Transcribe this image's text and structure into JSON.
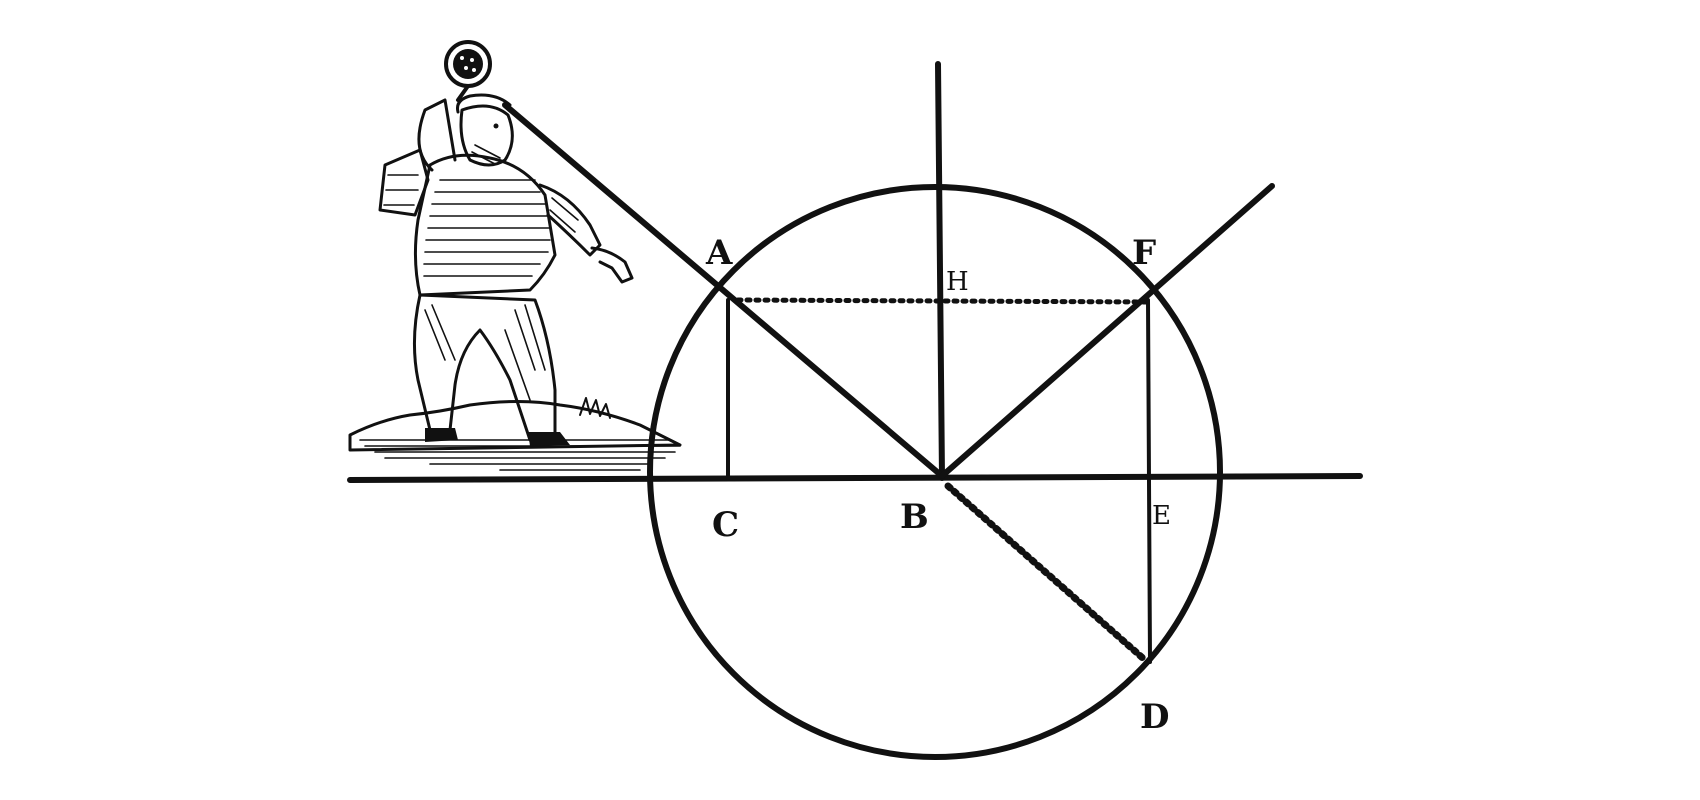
{
  "diagram": {
    "labels": {
      "A": "A",
      "H": "H",
      "F": "F",
      "C": "C",
      "B": "B",
      "E": "E",
      "D": "D"
    },
    "icons": {
      "figure": "standing-man-with-astrolabe-icon"
    },
    "colors": {
      "ink": "#111111",
      "paper": "#ffffff"
    }
  }
}
